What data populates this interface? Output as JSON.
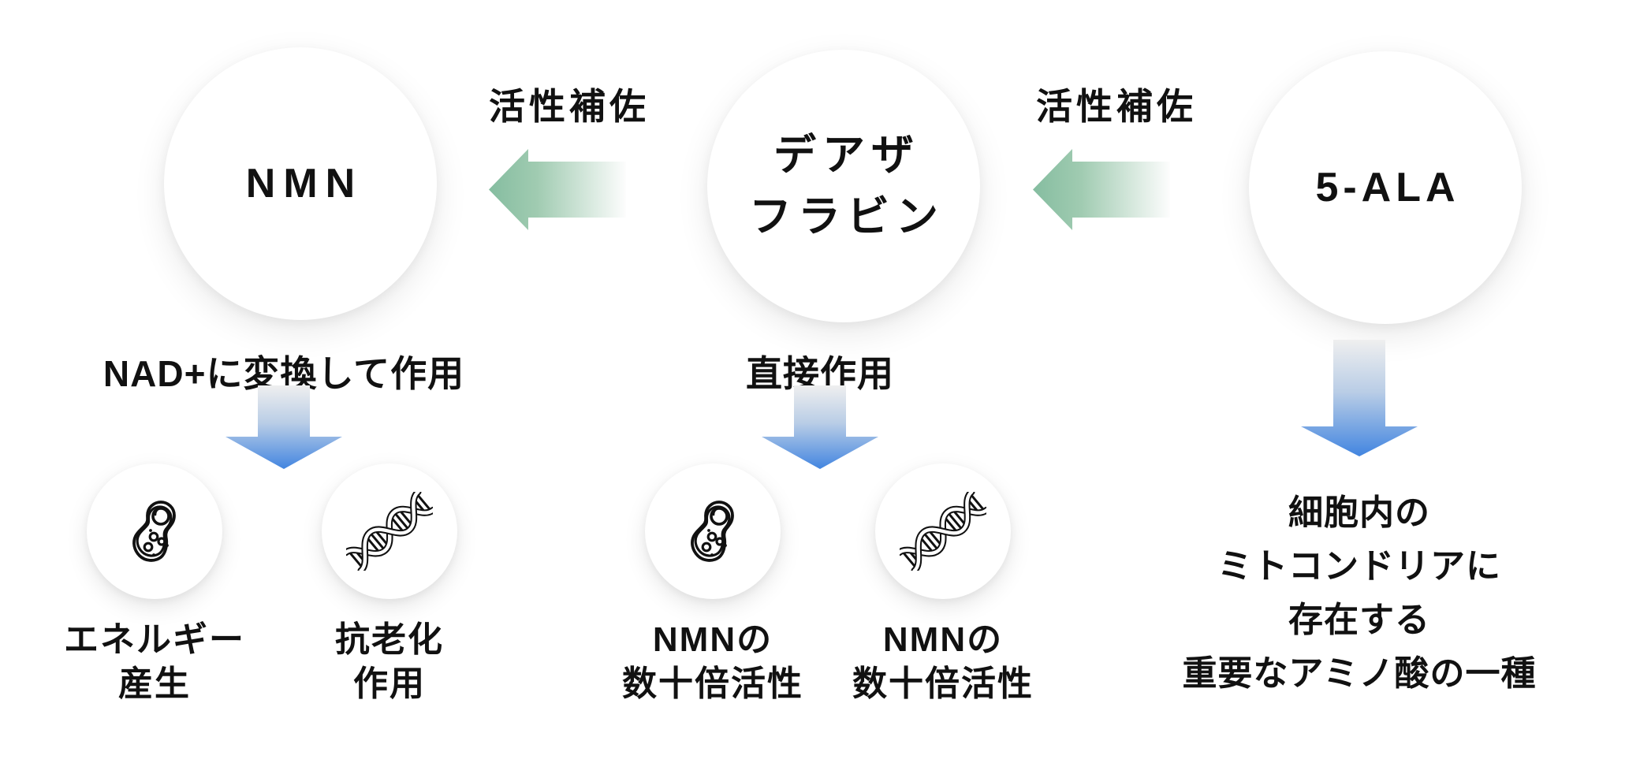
{
  "background": "#ffffff",
  "palette": {
    "green_arrow_start": "#85bda0",
    "green_arrow_end": "#fdfdfd",
    "blue_arrow_top": "#efefef",
    "blue_arrow_bottom": "#4285e0",
    "text_color": "#111111",
    "circle_fill": "#ffffff"
  },
  "nodes": [
    {
      "id": "nmn",
      "label_lines": [
        "NMN"
      ]
    },
    {
      "id": "deazaflavin",
      "label_lines": [
        "デアザ",
        "フラビン"
      ]
    },
    {
      "id": "five_ala",
      "label_lines": [
        "5-ALA"
      ]
    }
  ],
  "assist_arrows": [
    {
      "label": "活性補佐",
      "direction": "left"
    },
    {
      "label": "活性補佐",
      "direction": "left"
    }
  ],
  "nmn_branch": {
    "action_label": "NAD+に変換して作用",
    "outcomes": [
      {
        "icon": "cell-icon",
        "label_lines": [
          "エネルギー",
          "産生"
        ]
      },
      {
        "icon": "dna-icon",
        "label_lines": [
          "抗老化",
          "作用"
        ]
      }
    ]
  },
  "deaza_branch": {
    "action_label": "直接作用",
    "outcomes": [
      {
        "icon": "cell-icon",
        "label_lines": [
          "NMNの",
          "数十倍活性"
        ]
      },
      {
        "icon": "dna-icon",
        "label_lines": [
          "NMNの",
          "数十倍活性"
        ]
      }
    ]
  },
  "ala_branch": {
    "description_lines": [
      "細胞内の",
      "ミトコンドリアに",
      "存在する",
      "重要なアミノ酸の一種"
    ]
  }
}
